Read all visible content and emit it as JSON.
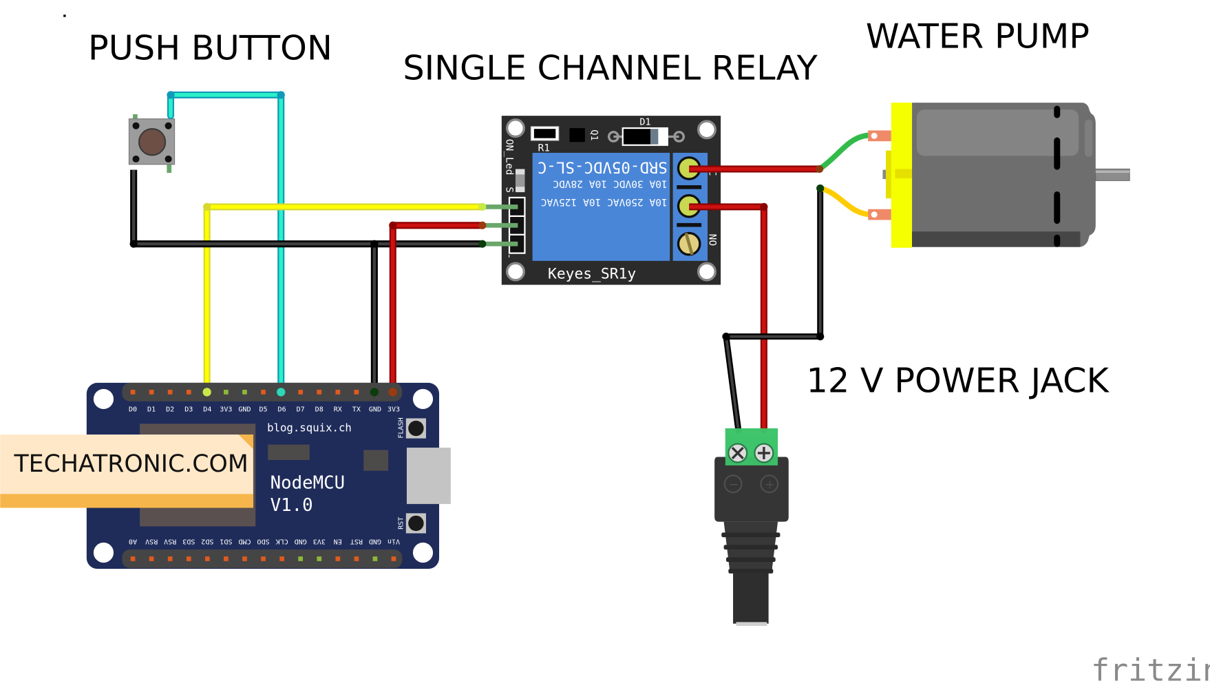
{
  "diagram": {
    "type": "fritzing-breadboard-wiring",
    "labels": {
      "push_button": "PUSH BUTTON",
      "relay": "SINGLE CHANNEL RELAY",
      "water_pump": "WATER PUMP",
      "power_jack": "12 V POWER JACK",
      "watermark": "TECHATRONIC.COM",
      "fritzing": "fritzing"
    },
    "nodemcu": {
      "brand": "blog.squix.ch",
      "name_line1": "NodeMCU",
      "name_line2": "V1.0",
      "flash_label": "FLASH",
      "rst_label": "RST",
      "top_pins": [
        "D0",
        "D1",
        "D2",
        "D3",
        "D4",
        "3V3",
        "GND",
        "D5",
        "D6",
        "D7",
        "D8",
        "RX",
        "TX",
        "GND",
        "3V3"
      ],
      "bottom_pins": [
        "A0",
        "RSV",
        "RSV",
        "SD3",
        "SD2",
        "SD1",
        "CMD",
        "SDO",
        "CLK",
        "GND",
        "3V3",
        "EN",
        "RST",
        "GND",
        "Vin"
      ]
    },
    "relay_module": {
      "model_line1": "SRD-05VDC-SL-C",
      "model_line2": "10A  30VDC  10A  28VDC",
      "model_line3": "10A 250VAC  10A 125VAC",
      "board_name": "Keyes_SR1y",
      "r1": "R1",
      "q1": "Q1",
      "d1": "D1",
      "on_led": "ON_Led",
      "signal_pin": "S",
      "minus_pin": "-",
      "no_label": "NO",
      "c_label": "C"
    },
    "power_jack": {
      "minus_symbol": "−",
      "plus_symbol": "+"
    },
    "wires": [
      {
        "from": "NodeMCU D4",
        "to": "Relay S",
        "color": "#ffff00"
      },
      {
        "from": "NodeMCU D6",
        "to": "Push Button",
        "color": "#2bf0c8"
      },
      {
        "from": "NodeMCU GND",
        "to": "Relay -",
        "color": "#404040"
      },
      {
        "from": "NodeMCU 3V3",
        "to": "Relay +",
        "color": "#cc1111"
      },
      {
        "from": "Push Button",
        "to": "GND rail",
        "color": "#404040"
      },
      {
        "from": "Relay COM",
        "to": "Water Pump +",
        "color": "#cc1111"
      },
      {
        "from": "Relay NO",
        "to": "Power Jack +",
        "color": "#cc1111"
      },
      {
        "from": "Power Jack -",
        "to": "Water Pump -",
        "color": "#404040"
      },
      {
        "from": "Pump lead",
        "to": "Relay COM wire",
        "color": "#33bb4a"
      },
      {
        "from": "Pump lead",
        "to": "Power Jack - wire",
        "color": "#ffcc00"
      }
    ]
  }
}
